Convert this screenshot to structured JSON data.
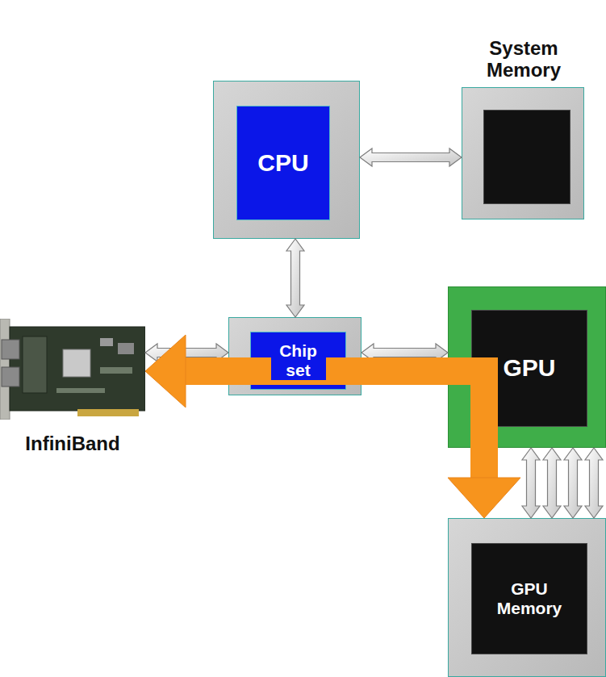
{
  "diagram": {
    "nodes": [
      {
        "text": [
          "CPU"
        ]
      },
      {
        "text": [
          "System Memory"
        ]
      },
      {
        "text": [
          "Chip set"
        ]
      },
      {
        "text": [
          "GPU"
        ]
      },
      {
        "text": [
          "InfiniBand"
        ]
      },
      {
        "text": [
          "GPU Memory"
        ]
      }
    ],
    "edges": [
      {
        "from": 0,
        "to": 1,
        "arrow": "both"
      },
      {
        "from": 0,
        "to": 2,
        "arrow": "both"
      },
      {
        "from": 2,
        "to": 4,
        "arrow": "both"
      },
      {
        "from": 2,
        "to": 3,
        "arrow": "both"
      },
      {
        "from": 3,
        "to": 5,
        "arrow": "both"
      },
      {
        "from": 3,
        "to": 5,
        "arrow": "both"
      },
      {
        "from": 3,
        "to": 5,
        "arrow": "both"
      },
      {
        "from": 3,
        "to": 5,
        "arrow": "both"
      },
      {
        "from": 4,
        "to": 5,
        "arrow": "both"
      }
    ]
  }
}
